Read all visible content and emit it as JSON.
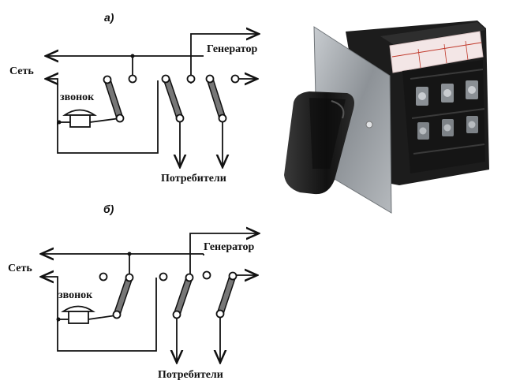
{
  "diagram_a": {
    "letter": "а)",
    "seti": "Сеть",
    "zvonok": "звонок",
    "generator": "Генератор",
    "consumers": "Потребители"
  },
  "diagram_b": {
    "letter": "б)",
    "seti": "Сеть",
    "zvonok": "звонок",
    "generator": "Генератор",
    "consumers": "Потребители"
  },
  "photo": {
    "subject": "rotary-cam-switch",
    "colors": {
      "body": "#1a1a1a",
      "plate": "#9aa0a6",
      "label": "#f3e6e6",
      "label_text": "#c0392b"
    }
  }
}
